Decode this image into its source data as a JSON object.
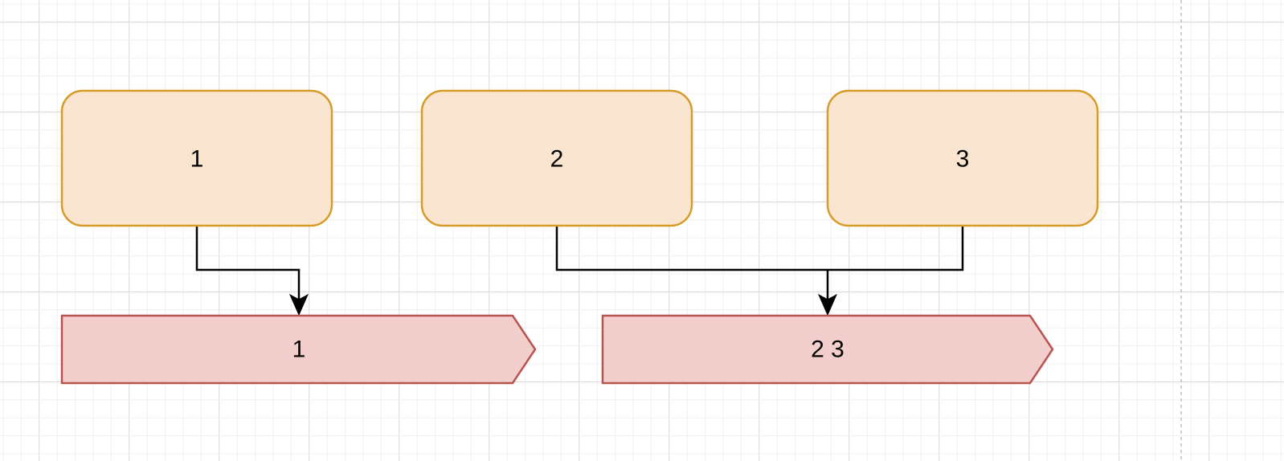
{
  "colors": {
    "background": "#ffffff",
    "grid_minor": "#f0f0f0",
    "grid_major": "#d8d8d8",
    "page_break": "#c0c0c0",
    "box_fill": "#fae6d0",
    "box_stroke": "#d79b28",
    "step_fill": "#f2cfcd",
    "step_stroke": "#b85450",
    "connector": "#000000"
  },
  "nodes": {
    "box1": {
      "label": "1"
    },
    "box2": {
      "label": "2"
    },
    "box3": {
      "label": "3"
    },
    "step1": {
      "label": "1"
    },
    "step23": {
      "label": "2 3"
    }
  }
}
